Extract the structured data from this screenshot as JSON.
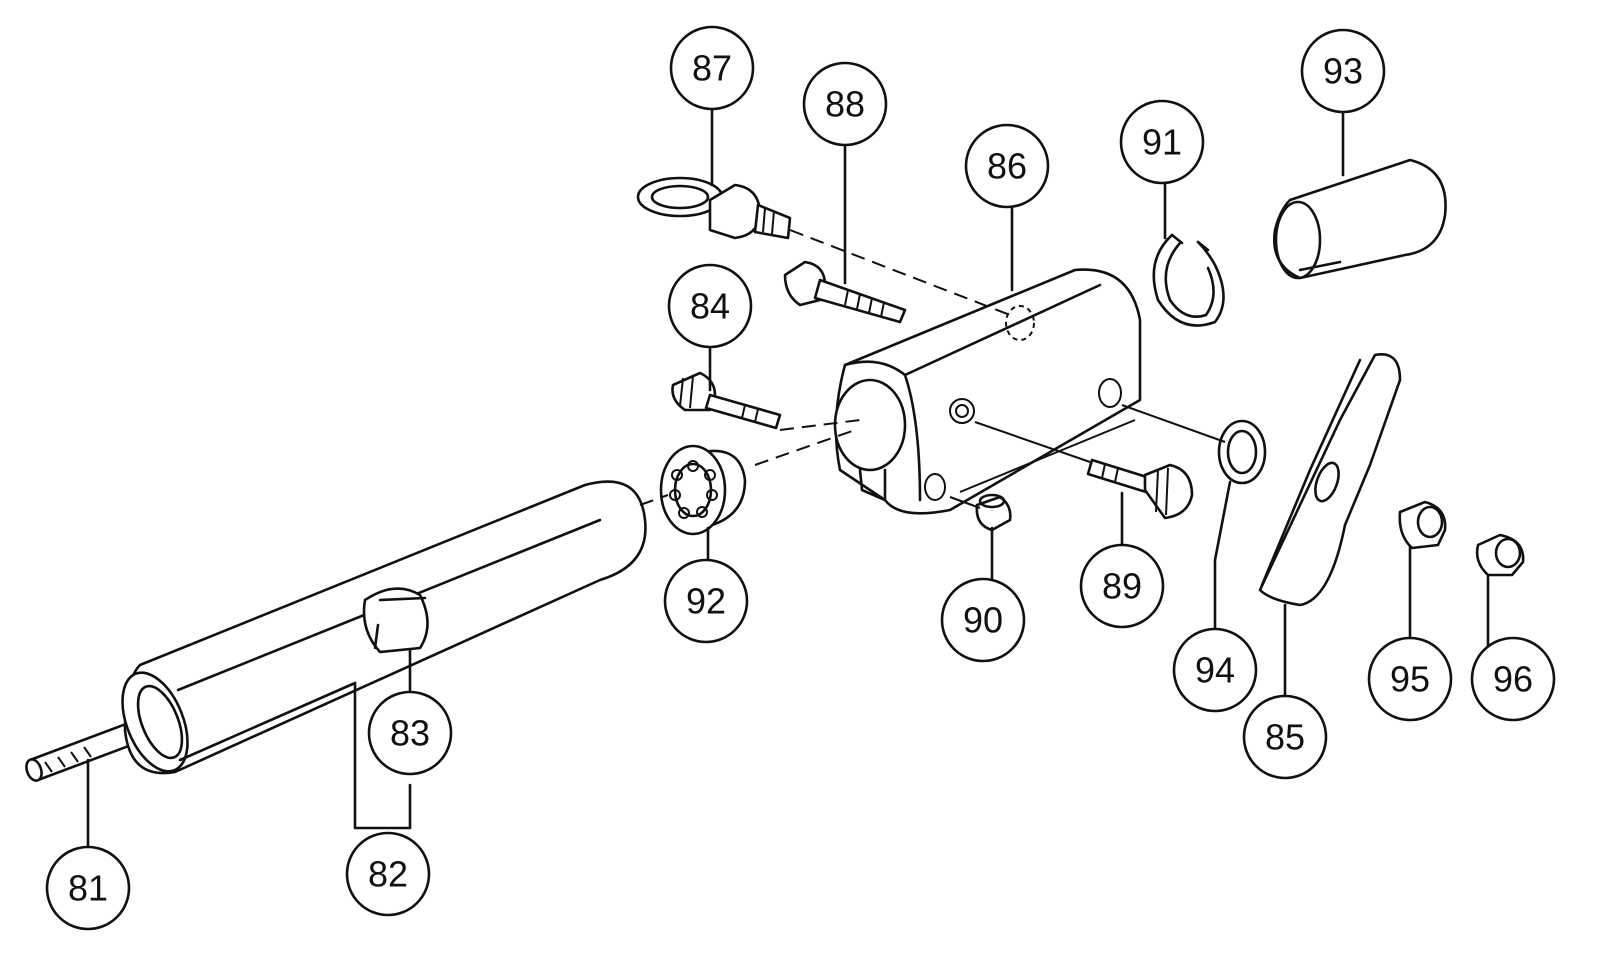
{
  "callouts": [
    {
      "id": "81",
      "label": "81"
    },
    {
      "id": "82",
      "label": "82"
    },
    {
      "id": "83",
      "label": "83"
    },
    {
      "id": "84",
      "label": "84"
    },
    {
      "id": "85",
      "label": "85"
    },
    {
      "id": "86",
      "label": "86"
    },
    {
      "id": "87",
      "label": "87"
    },
    {
      "id": "88",
      "label": "88"
    },
    {
      "id": "89",
      "label": "89"
    },
    {
      "id": "90",
      "label": "90"
    },
    {
      "id": "91",
      "label": "91"
    },
    {
      "id": "92",
      "label": "92"
    },
    {
      "id": "93",
      "label": "93"
    },
    {
      "id": "94",
      "label": "94"
    },
    {
      "id": "95",
      "label": "95"
    },
    {
      "id": "96",
      "label": "96"
    }
  ]
}
